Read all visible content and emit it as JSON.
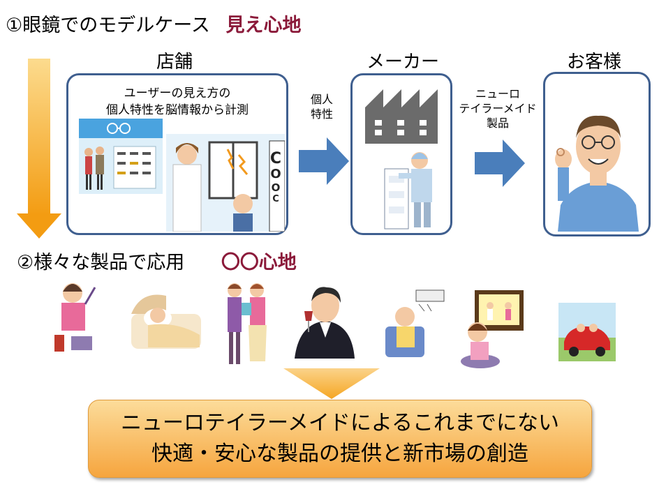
{
  "section1": {
    "title": "①眼鏡でのモデルケース",
    "accent": "見え心地"
  },
  "columns": {
    "store": "店舗",
    "maker": "メーカー",
    "customer": "お客様"
  },
  "store_box": {
    "line1": "ユーザーの見え方の",
    "line2": "個人特性を脳情報から計測"
  },
  "arrow1_label": {
    "line1": "個人",
    "line2": "特性"
  },
  "arrow2_label": {
    "line1": "ニューロ",
    "line2": "テイラーメイド",
    "line3": "製品"
  },
  "eye_chart": [
    "C",
    "O",
    "O",
    "C"
  ],
  "section2": {
    "title": "②様々な製品で応用",
    "accent": "〇〇心地"
  },
  "result": {
    "line1": "ニューロテイラーメイドによるこれまでにない",
    "line2": "快適・安心な製品の提供と新市場の創造"
  },
  "colors": {
    "accent": "#8B1A3A",
    "box_border": "#3F5F8F",
    "arrow_blue": "#4A7EBB",
    "arrow_orange": "#F7A623"
  }
}
